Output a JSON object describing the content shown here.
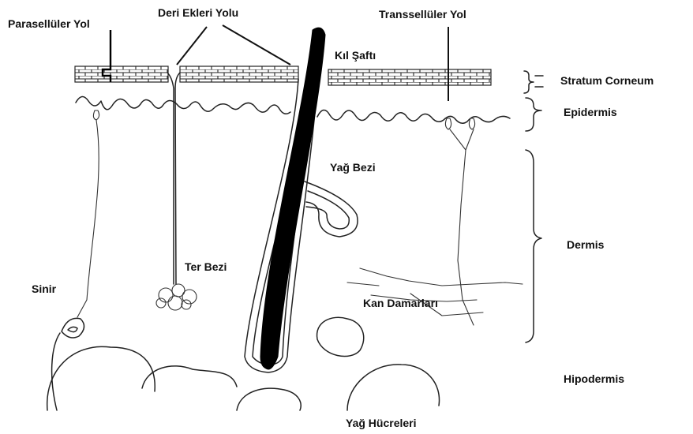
{
  "labels": {
    "paracellular": "Parasellüler Yol",
    "appendage": "Deri Ekleri Yolu",
    "transcellular": "Transsellüler Yol",
    "hair_shaft": "Kıl Şaftı",
    "stratum_corneum": "Stratum Corneum",
    "epidermis": "Epidermis",
    "sebaceous_gland": "Yağ Bezi",
    "dermis": "Dermis",
    "sweat_gland": "Ter Bezi",
    "nerve": "Sinir",
    "blood_vessels": "Kan Damarları",
    "hypodermis": "Hipodermis",
    "fat_cells": "Yağ Hücreleri"
  }
}
